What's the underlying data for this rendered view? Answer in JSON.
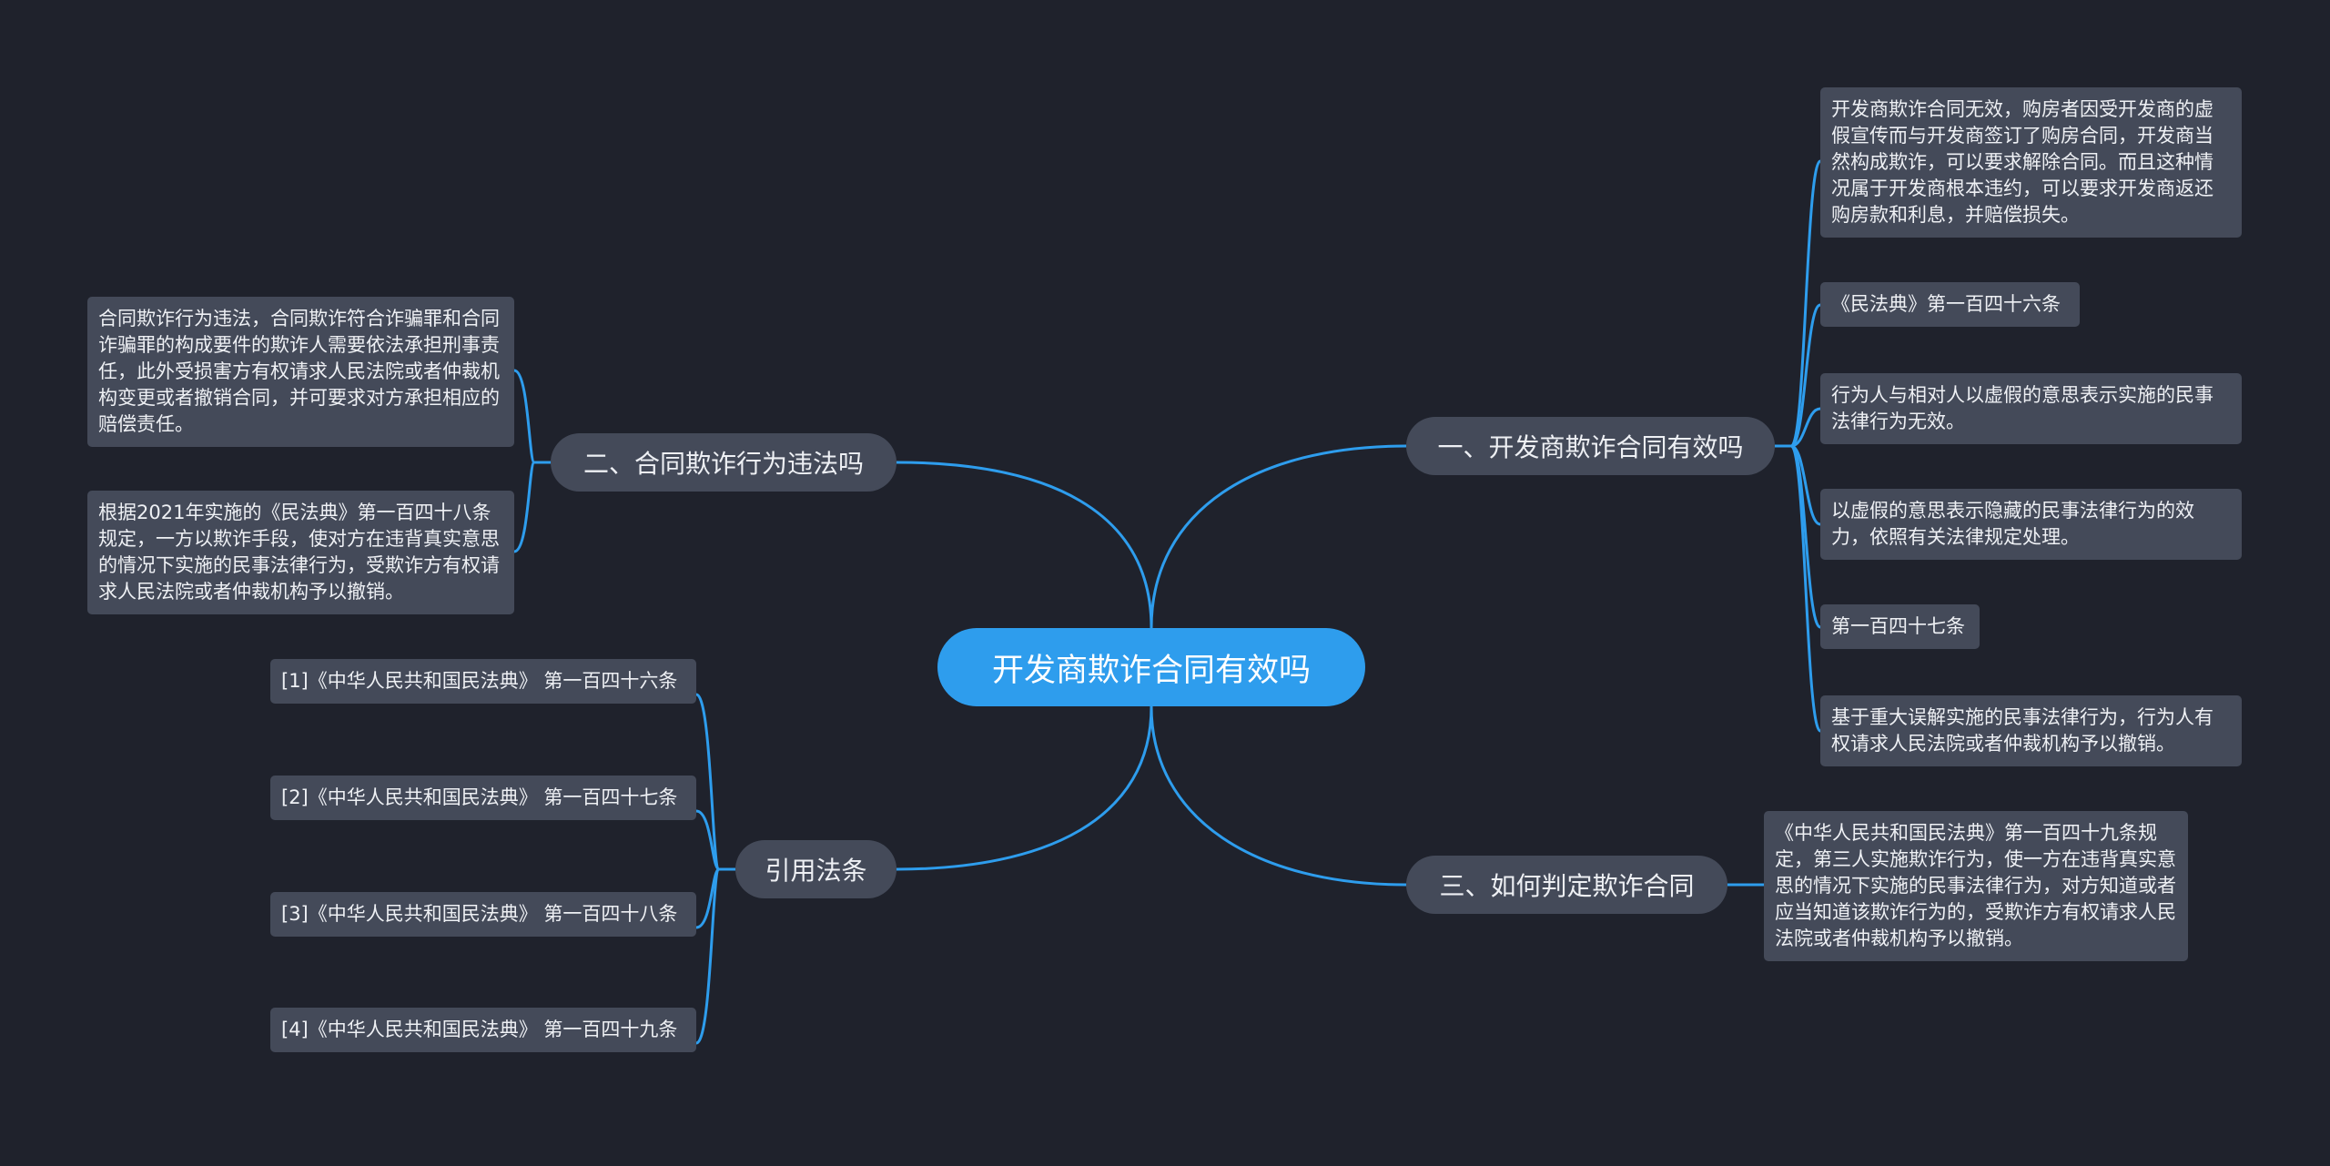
{
  "root": {
    "label": "开发商欺诈合同有效吗"
  },
  "branches": {
    "b1": {
      "label": "一、开发商欺诈合同有效吗",
      "leaves": [
        "开发商欺诈合同无效，购房者因受开发商的虚假宣传而与开发商签订了购房合同，开发商当然构成欺诈，可以要求解除合同。而且这种情况属于开发商根本违约，可以要求开发商返还购房款和利息，并赔偿损失。",
        "《民法典》第一百四十六条",
        "行为人与相对人以虚假的意思表示实施的民事法律行为无效。",
        "以虚假的意思表示隐藏的民事法律行为的效力，依照有关法律规定处理。",
        "第一百四十七条",
        "基于重大误解实施的民事法律行为，行为人有权请求人民法院或者仲裁机构予以撤销。"
      ]
    },
    "b2": {
      "label": "二、合同欺诈行为违法吗",
      "leaves": [
        "合同欺诈行为违法，合同欺诈符合诈骗罪和合同诈骗罪的构成要件的欺诈人需要依法承担刑事责任，此外受损害方有权请求人民法院或者仲裁机构变更或者撤销合同，并可要求对方承担相应的赔偿责任。",
        "根据2021年实施的《民法典》第一百四十八条规定，一方以欺诈手段，使对方在违背真实意思的情况下实施的民事法律行为，受欺诈方有权请求人民法院或者仲裁机构予以撤销。"
      ]
    },
    "b3": {
      "label": "三、如何判定欺诈合同",
      "leaves": [
        "《中华人民共和国民法典》第一百四十九条规定，第三人实施欺诈行为，使一方在违背真实意思的情况下实施的民事法律行为，对方知道或者应当知道该欺诈行为的，受欺诈方有权请求人民法院或者仲裁机构予以撤销。"
      ]
    },
    "b4": {
      "label": "引用法条",
      "leaves": [
        "[1]《中华人民共和国民法典》 第一百四十六条",
        "[2]《中华人民共和国民法典》 第一百四十七条",
        "[3]《中华人民共和国民法典》 第一百四十八条",
        "[4]《中华人民共和国民法典》 第一百四十九条"
      ]
    }
  },
  "colors": {
    "background": "#1f222c",
    "link": "#2e9ded",
    "root": "#2e9ded",
    "node": "#444a59"
  }
}
